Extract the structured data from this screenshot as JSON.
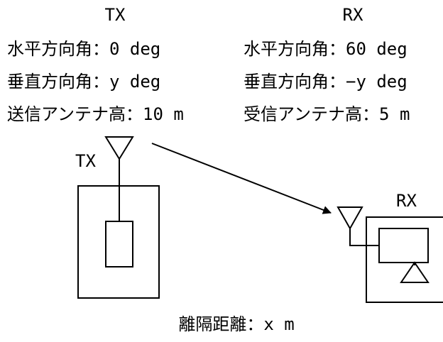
{
  "tx": {
    "heading": "TX",
    "horizontal_angle": "水平方向角：0 deg",
    "vertical_angle": "垂直方向角：y deg",
    "antenna_height": "送信アンテナ高：10 m",
    "diagram_label": "TX"
  },
  "rx": {
    "heading": "RX",
    "horizontal_angle": "水平方向角：60 deg",
    "vertical_angle": "垂直方向角：−y deg",
    "antenna_height": "受信アンテナ高：5 m",
    "diagram_label": "RX"
  },
  "separation_distance": "離隔距離：x m"
}
